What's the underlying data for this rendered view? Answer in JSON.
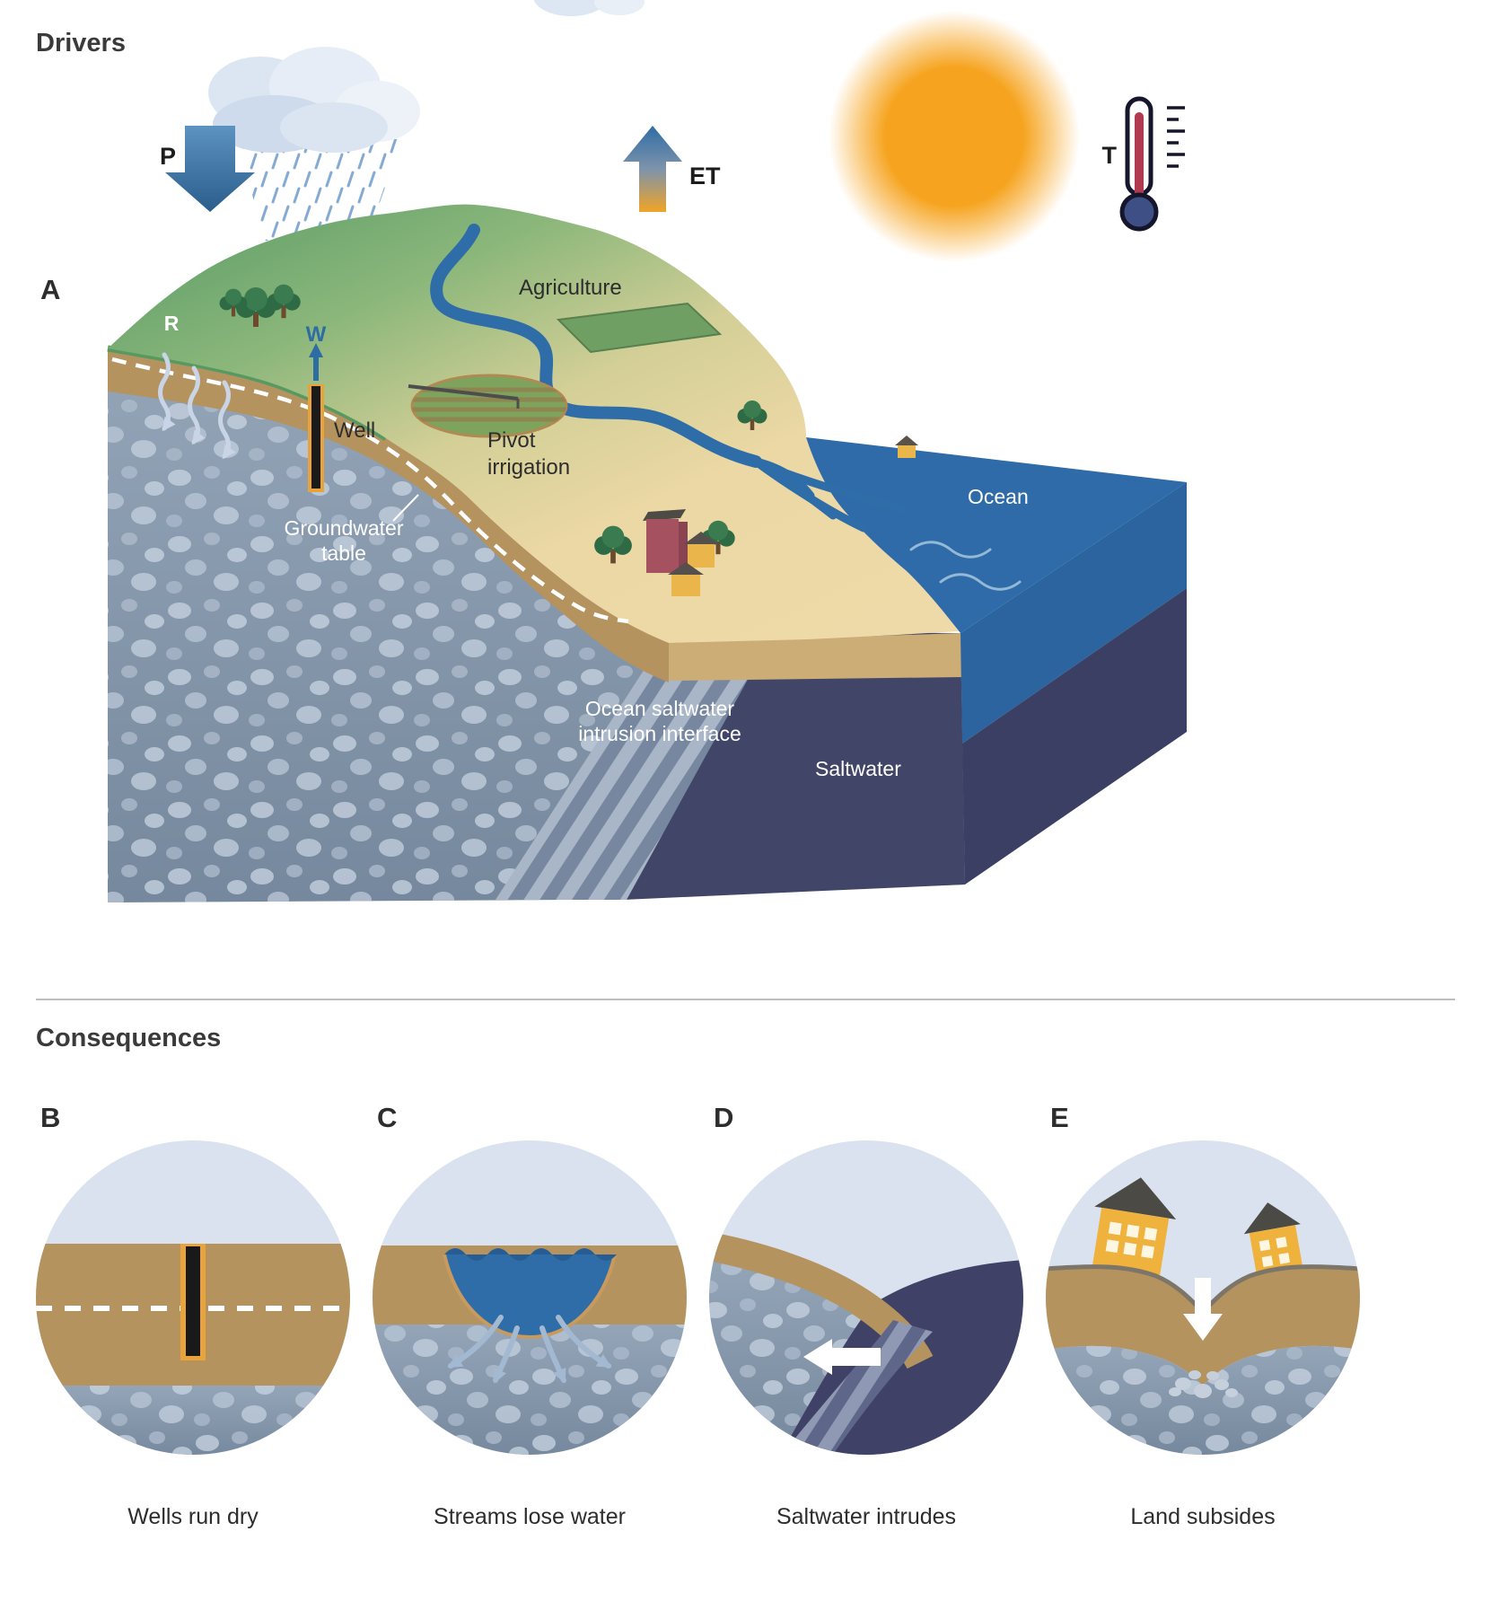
{
  "drivers": {
    "title": "Drivers",
    "p": "P",
    "et": "ET",
    "t": "T"
  },
  "panel_a": {
    "label": "A",
    "recharge": "R",
    "withdrawal": "W",
    "well": "Well",
    "agriculture": "Agriculture",
    "pivot_line1": "Pivot",
    "pivot_line2": "irrigation",
    "groundwater_line1": "Groundwater",
    "groundwater_line2": "table",
    "ocean": "Ocean",
    "intrusion_line1": "Ocean saltwater",
    "intrusion_line2": "intrusion interface",
    "saltwater": "Saltwater"
  },
  "consequences": {
    "title": "Consequences",
    "panels": [
      {
        "label": "B",
        "caption": "Wells run dry"
      },
      {
        "label": "C",
        "caption": "Streams lose water"
      },
      {
        "label": "D",
        "caption": "Saltwater intrudes"
      },
      {
        "label": "E",
        "caption": "Land subsides"
      }
    ]
  },
  "colors": {
    "ocean": "#2e6ba8",
    "saltwater": "#414669",
    "soil": "#b5935f",
    "sun": "#f6a41f",
    "sky": "#d9e2ee",
    "land_green": "#559a66",
    "sand": "#ecd8a4",
    "well_orange": "#e8a33c",
    "accent_blue": "#2e6da4"
  }
}
